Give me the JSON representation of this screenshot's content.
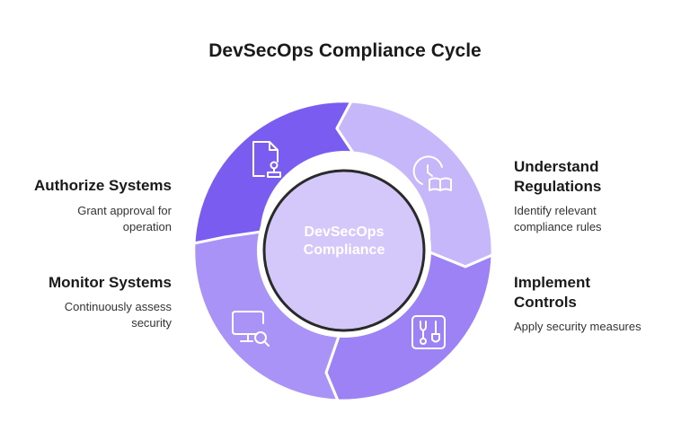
{
  "title": "DevSecOps Compliance Cycle",
  "center_label": [
    "DevSecOps",
    "Compliance"
  ],
  "segments": [
    {
      "heading": [
        "Authorize Systems"
      ],
      "description": [
        "Grant approval for",
        "operation"
      ],
      "icon": "authorization-stamp-icon",
      "color": "#7b5cf0"
    },
    {
      "heading": [
        "Understand",
        "Regulations"
      ],
      "description": [
        "Identify relevant",
        "compliance rules"
      ],
      "icon": "clock-book-icon",
      "color": "#c6b6fa"
    },
    {
      "heading": [
        "Implement",
        "Controls"
      ],
      "description": [
        "Apply security measures"
      ],
      "icon": "tools-icon",
      "color": "#9d82f5"
    },
    {
      "heading": [
        "Monitor Systems"
      ],
      "description": [
        "Continuously assess",
        "security"
      ],
      "icon": "monitor-search-icon",
      "color": "#a993f7"
    }
  ],
  "colors": {
    "center_fill": "#d4c8fb",
    "center_ring": "#ffffff",
    "segment_line": "#ffffff",
    "text_dark": "#1a1a1a"
  }
}
